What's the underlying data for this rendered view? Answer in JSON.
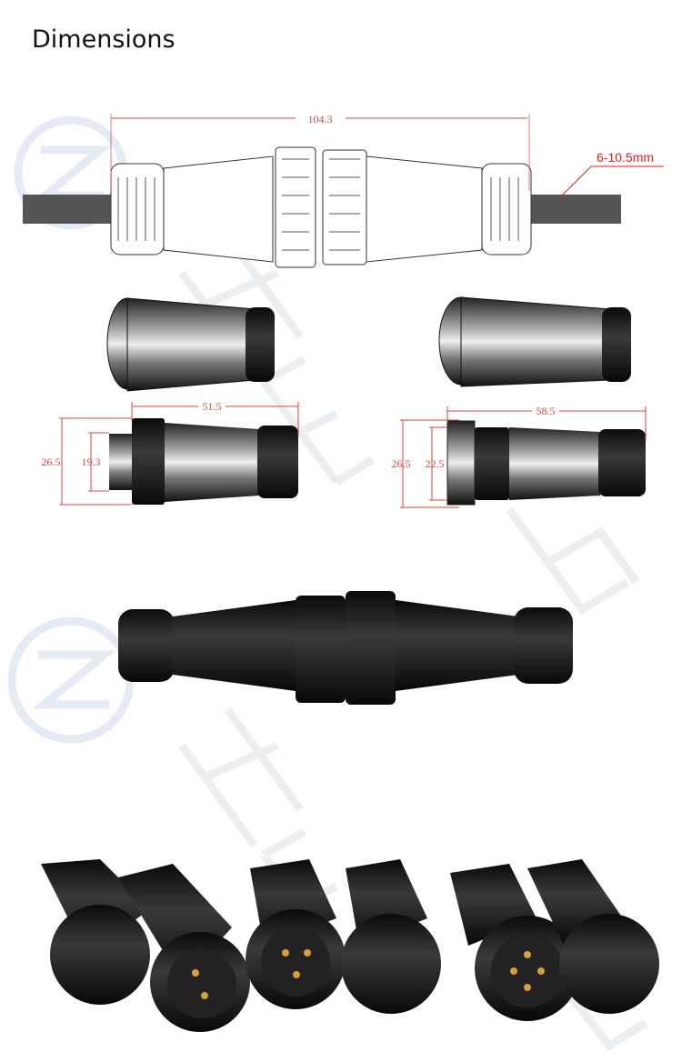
{
  "title": "Dimensions",
  "watermark": {
    "text": "HENGZHAN",
    "logo": "HZ"
  },
  "assembly_drawing": {
    "length": "104.3",
    "cable_range": "6-10.5mm"
  },
  "left_plug": {
    "length": "51.5",
    "outer_diameter": "26.5",
    "inner_diameter": "19.3"
  },
  "right_socket": {
    "length": "58.5",
    "outer_diameter": "26.5",
    "inner_diameter": "22.5"
  },
  "colors": {
    "dimension_line": "#d9453a",
    "connector_body": "#151515",
    "cable": "#555555",
    "watermark": "#dfe6ef"
  }
}
